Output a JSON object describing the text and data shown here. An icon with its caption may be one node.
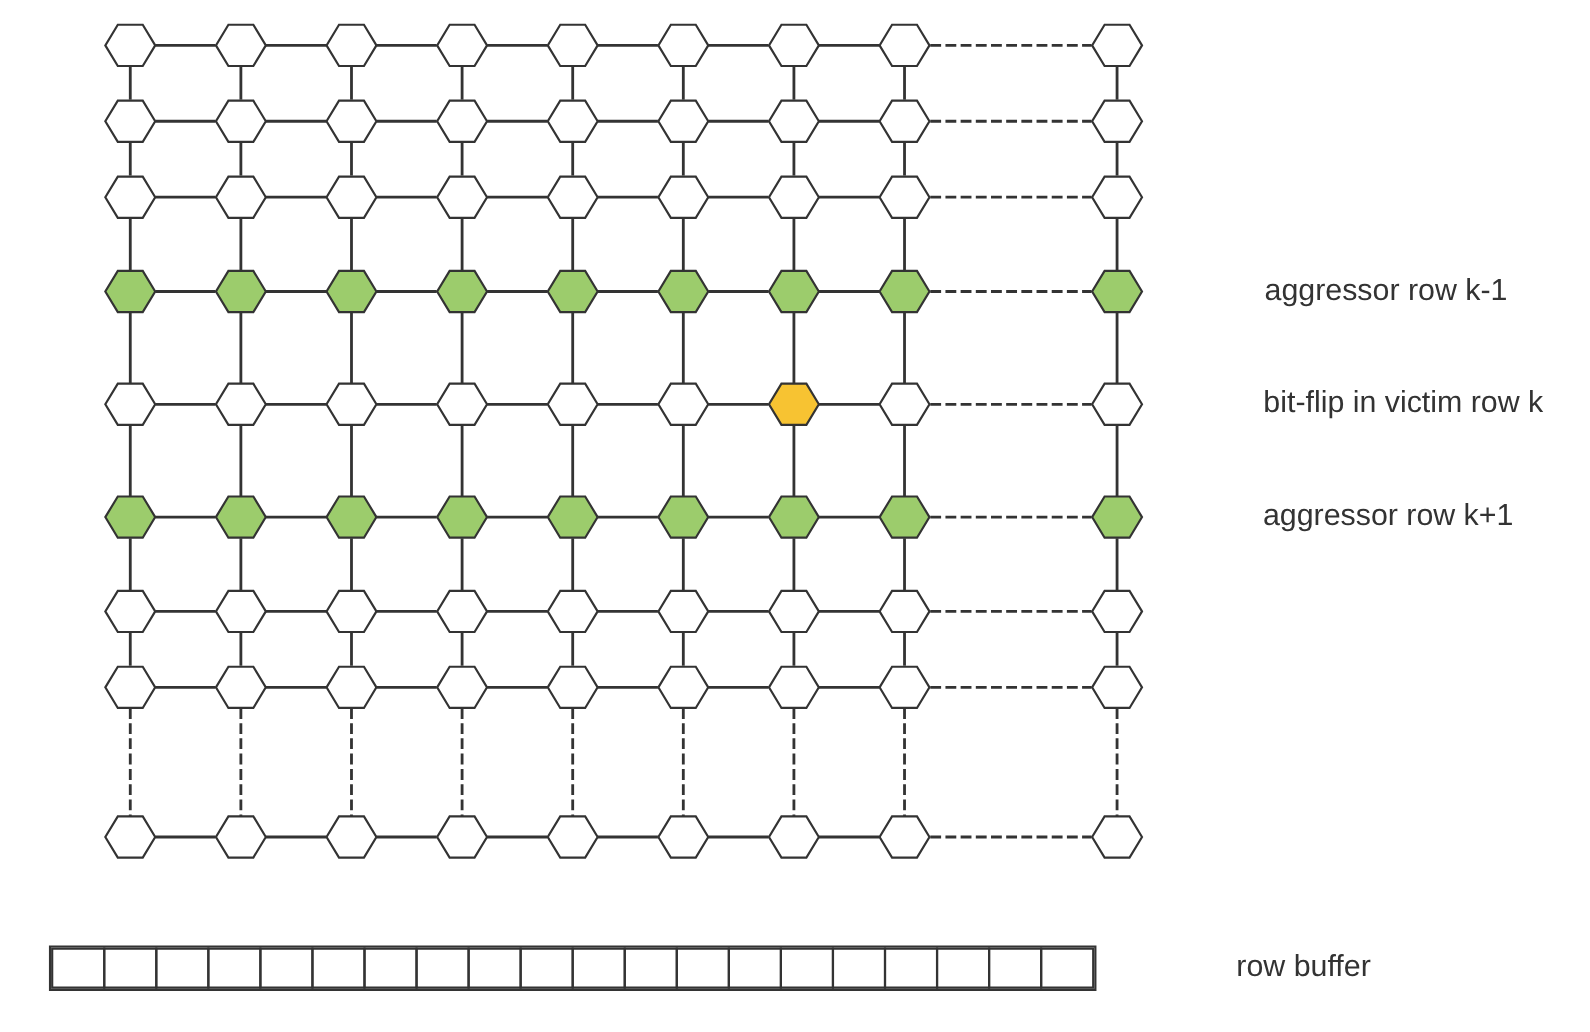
{
  "diagram": {
    "nodes": [
      {
        "text": [],
        "shape": "hexagon"
      },
      {
        "text": [],
        "shape": "hexagon"
      },
      {
        "text": [],
        "shape": "hexagon"
      },
      {
        "text": [],
        "shape": "hexagon"
      },
      {
        "text": [],
        "shape": "hexagon"
      },
      {
        "text": [],
        "shape": "hexagon"
      },
      {
        "text": [],
        "shape": "hexagon"
      },
      {
        "text": [],
        "shape": "hexagon"
      },
      {
        "text": [],
        "shape": "hexagon"
      },
      {
        "text": [],
        "shape": "hexagon"
      },
      {
        "text": [],
        "shape": "hexagon"
      },
      {
        "text": [],
        "shape": "hexagon"
      },
      {
        "text": [],
        "shape": "hexagon"
      },
      {
        "text": [],
        "shape": "hexagon"
      },
      {
        "text": [],
        "shape": "hexagon"
      },
      {
        "text": [],
        "shape": "hexagon"
      },
      {
        "text": [],
        "shape": "hexagon"
      },
      {
        "text": [],
        "shape": "hexagon"
      },
      {
        "text": [],
        "shape": "hexagon"
      },
      {
        "text": [],
        "shape": "hexagon"
      },
      {
        "text": [],
        "shape": "hexagon"
      },
      {
        "text": [],
        "shape": "hexagon"
      },
      {
        "text": [],
        "shape": "hexagon"
      },
      {
        "text": [],
        "shape": "hexagon"
      },
      {
        "text": [],
        "shape": "hexagon"
      },
      {
        "text": [],
        "shape": "hexagon"
      },
      {
        "text": [],
        "shape": "hexagon"
      },
      {
        "text": [],
        "shape": "hexagon"
      },
      {
        "text": [],
        "shape": "hexagon"
      },
      {
        "text": [],
        "shape": "hexagon"
      },
      {
        "text": [],
        "shape": "hexagon"
      },
      {
        "text": [],
        "shape": "hexagon"
      },
      {
        "text": [],
        "shape": "hexagon"
      },
      {
        "text": [],
        "shape": "hexagon"
      },
      {
        "text": [],
        "shape": "hexagon"
      },
      {
        "text": [],
        "shape": "hexagon"
      },
      {
        "text": [],
        "shape": "hexagon"
      },
      {
        "text": [],
        "shape": "hexagon"
      },
      {
        "text": [],
        "shape": "hexagon"
      },
      {
        "text": [],
        "shape": "hexagon"
      },
      {
        "text": [],
        "shape": "hexagon"
      },
      {
        "text": [],
        "shape": "hexagon"
      },
      {
        "text": [],
        "shape": "hexagon"
      },
      {
        "text": [],
        "shape": "hexagon"
      },
      {
        "text": [],
        "shape": "hexagon"
      },
      {
        "text": [],
        "shape": "hexagon"
      },
      {
        "text": [],
        "shape": "hexagon"
      },
      {
        "text": [],
        "shape": "hexagon"
      },
      {
        "text": [],
        "shape": "hexagon"
      },
      {
        "text": [],
        "shape": "hexagon"
      },
      {
        "text": [],
        "shape": "hexagon"
      },
      {
        "text": [],
        "shape": "hexagon"
      },
      {
        "text": [],
        "shape": "hexagon"
      },
      {
        "text": [],
        "shape": "hexagon"
      },
      {
        "text": [],
        "shape": "hexagon"
      },
      {
        "text": [],
        "shape": "hexagon"
      },
      {
        "text": [],
        "shape": "hexagon"
      },
      {
        "text": [],
        "shape": "hexagon"
      },
      {
        "text": [],
        "shape": "hexagon"
      },
      {
        "text": [],
        "shape": "hexagon"
      },
      {
        "text": [],
        "shape": "hexagon"
      },
      {
        "text": [],
        "shape": "hexagon"
      },
      {
        "text": [],
        "shape": "hexagon"
      },
      {
        "text": [],
        "shape": "hexagon"
      },
      {
        "text": [],
        "shape": "hexagon"
      },
      {
        "text": [],
        "shape": "hexagon"
      },
      {
        "text": [],
        "shape": "hexagon"
      },
      {
        "text": [],
        "shape": "hexagon"
      },
      {
        "text": [],
        "shape": "hexagon"
      },
      {
        "text": [],
        "shape": "hexagon"
      },
      {
        "text": [],
        "shape": "hexagon"
      },
      {
        "text": [],
        "shape": "hexagon"
      },
      {
        "text": [],
        "shape": "hexagon"
      },
      {
        "text": [],
        "shape": "hexagon"
      },
      {
        "text": [],
        "shape": "hexagon"
      },
      {
        "text": [],
        "shape": "hexagon"
      },
      {
        "text": [],
        "shape": "hexagon"
      },
      {
        "text": [],
        "shape": "hexagon"
      },
      {
        "text": [],
        "shape": "hexagon"
      },
      {
        "text": [],
        "shape": "hexagon"
      },
      {
        "text": [],
        "shape": "hexagon"
      },
      {
        "text": [],
        "shape": "bar"
      }
    ],
    "edges": [
      {
        "from": 0,
        "to": 1,
        "arrow": "none"
      },
      {
        "from": 1,
        "to": 2,
        "arrow": "none"
      },
      {
        "from": 2,
        "to": 3,
        "arrow": "none"
      },
      {
        "from": 3,
        "to": 4,
        "arrow": "none"
      },
      {
        "from": 4,
        "to": 5,
        "arrow": "none"
      },
      {
        "from": 5,
        "to": 6,
        "arrow": "none"
      },
      {
        "from": 6,
        "to": 7,
        "arrow": "none"
      },
      {
        "from": 7,
        "to": 8,
        "arrow": "none",
        "style": "dashed"
      },
      {
        "from": 0,
        "to": 9,
        "arrow": "none"
      },
      {
        "from": 1,
        "to": 10,
        "arrow": "none"
      },
      {
        "from": 2,
        "to": 11,
        "arrow": "none"
      },
      {
        "from": 3,
        "to": 12,
        "arrow": "none"
      },
      {
        "from": 4,
        "to": 13,
        "arrow": "none"
      },
      {
        "from": 5,
        "to": 14,
        "arrow": "none"
      },
      {
        "from": 6,
        "to": 15,
        "arrow": "none"
      },
      {
        "from": 7,
        "to": 16,
        "arrow": "none"
      },
      {
        "from": 8,
        "to": 17,
        "arrow": "none"
      },
      {
        "from": 9,
        "to": 10,
        "arrow": "none"
      },
      {
        "from": 10,
        "to": 11,
        "arrow": "none"
      },
      {
        "from": 11,
        "to": 12,
        "arrow": "none"
      },
      {
        "from": 12,
        "to": 13,
        "arrow": "none"
      },
      {
        "from": 13,
        "to": 14,
        "arrow": "none"
      },
      {
        "from": 14,
        "to": 15,
        "arrow": "none"
      },
      {
        "from": 15,
        "to": 16,
        "arrow": "none"
      },
      {
        "from": 16,
        "to": 17,
        "arrow": "none",
        "style": "dashed"
      },
      {
        "from": 9,
        "to": 18,
        "arrow": "none"
      },
      {
        "from": 10,
        "to": 19,
        "arrow": "none"
      },
      {
        "from": 11,
        "to": 20,
        "arrow": "none"
      },
      {
        "from": 12,
        "to": 21,
        "arrow": "none"
      },
      {
        "from": 13,
        "to": 22,
        "arrow": "none"
      },
      {
        "from": 14,
        "to": 23,
        "arrow": "none"
      },
      {
        "from": 15,
        "to": 24,
        "arrow": "none"
      },
      {
        "from": 16,
        "to": 25,
        "arrow": "none"
      },
      {
        "from": 17,
        "to": 26,
        "arrow": "none"
      },
      {
        "from": 18,
        "to": 19,
        "arrow": "none"
      },
      {
        "from": 19,
        "to": 20,
        "arrow": "none"
      },
      {
        "from": 20,
        "to": 21,
        "arrow": "none"
      },
      {
        "from": 21,
        "to": 22,
        "arrow": "none"
      },
      {
        "from": 22,
        "to": 23,
        "arrow": "none"
      },
      {
        "from": 23,
        "to": 24,
        "arrow": "none"
      },
      {
        "from": 24,
        "to": 25,
        "arrow": "none"
      },
      {
        "from": 25,
        "to": 26,
        "arrow": "none",
        "style": "dashed"
      },
      {
        "from": 18,
        "to": 27,
        "arrow": "none"
      },
      {
        "from": 19,
        "to": 28,
        "arrow": "none"
      },
      {
        "from": 20,
        "to": 29,
        "arrow": "none"
      },
      {
        "from": 21,
        "to": 30,
        "arrow": "none"
      },
      {
        "from": 22,
        "to": 31,
        "arrow": "none"
      },
      {
        "from": 23,
        "to": 32,
        "arrow": "none"
      },
      {
        "from": 24,
        "to": 33,
        "arrow": "none"
      },
      {
        "from": 25,
        "to": 34,
        "arrow": "none"
      },
      {
        "from": 26,
        "to": 35,
        "arrow": "none"
      },
      {
        "from": 27,
        "to": 28,
        "arrow": "none"
      },
      {
        "from": 28,
        "to": 29,
        "arrow": "none"
      },
      {
        "from": 29,
        "to": 30,
        "arrow": "none"
      },
      {
        "from": 30,
        "to": 31,
        "arrow": "none"
      },
      {
        "from": 31,
        "to": 32,
        "arrow": "none"
      },
      {
        "from": 32,
        "to": 33,
        "arrow": "none"
      },
      {
        "from": 33,
        "to": 34,
        "arrow": "none"
      },
      {
        "from": 34,
        "to": 35,
        "arrow": "none",
        "style": "dashed"
      },
      {
        "from": 27,
        "to": 36,
        "arrow": "none"
      },
      {
        "from": 28,
        "to": 37,
        "arrow": "none"
      },
      {
        "from": 29,
        "to": 38,
        "arrow": "none"
      },
      {
        "from": 30,
        "to": 39,
        "arrow": "none"
      },
      {
        "from": 31,
        "to": 40,
        "arrow": "none"
      },
      {
        "from": 32,
        "to": 41,
        "arrow": "none"
      },
      {
        "from": 33,
        "to": 42,
        "arrow": "none"
      },
      {
        "from": 34,
        "to": 43,
        "arrow": "none"
      },
      {
        "from": 35,
        "to": 44,
        "arrow": "none"
      },
      {
        "from": 36,
        "to": 37,
        "arrow": "none"
      },
      {
        "from": 37,
        "to": 38,
        "arrow": "none"
      },
      {
        "from": 38,
        "to": 39,
        "arrow": "none"
      },
      {
        "from": 39,
        "to": 40,
        "arrow": "none"
      },
      {
        "from": 40,
        "to": 41,
        "arrow": "none"
      },
      {
        "from": 41,
        "to": 42,
        "arrow": "none"
      },
      {
        "from": 42,
        "to": 43,
        "arrow": "none"
      },
      {
        "from": 43,
        "to": 44,
        "arrow": "none",
        "style": "dashed"
      },
      {
        "from": 36,
        "to": 45,
        "arrow": "none"
      },
      {
        "from": 37,
        "to": 46,
        "arrow": "none"
      },
      {
        "from": 38,
        "to": 47,
        "arrow": "none"
      },
      {
        "from": 39,
        "to": 48,
        "arrow": "none"
      },
      {
        "from": 40,
        "to": 49,
        "arrow": "none"
      },
      {
        "from": 41,
        "to": 50,
        "arrow": "none"
      },
      {
        "from": 42,
        "to": 51,
        "arrow": "none"
      },
      {
        "from": 43,
        "to": 52,
        "arrow": "none"
      },
      {
        "from": 44,
        "to": 53,
        "arrow": "none"
      },
      {
        "from": 45,
        "to": 46,
        "arrow": "none"
      },
      {
        "from": 46,
        "to": 47,
        "arrow": "none"
      },
      {
        "from": 47,
        "to": 48,
        "arrow": "none"
      },
      {
        "from": 48,
        "to": 49,
        "arrow": "none"
      },
      {
        "from": 49,
        "to": 50,
        "arrow": "none"
      },
      {
        "from": 50,
        "to": 51,
        "arrow": "none"
      },
      {
        "from": 51,
        "to": 52,
        "arrow": "none"
      },
      {
        "from": 52,
        "to": 53,
        "arrow": "none",
        "style": "dashed"
      },
      {
        "from": 45,
        "to": 54,
        "arrow": "none"
      },
      {
        "from": 46,
        "to": 55,
        "arrow": "none"
      },
      {
        "from": 47,
        "to": 56,
        "arrow": "none"
      },
      {
        "from": 48,
        "to": 57,
        "arrow": "none"
      },
      {
        "from": 49,
        "to": 58,
        "arrow": "none"
      },
      {
        "from": 50,
        "to": 59,
        "arrow": "none"
      },
      {
        "from": 51,
        "to": 60,
        "arrow": "none"
      },
      {
        "from": 52,
        "to": 61,
        "arrow": "none"
      },
      {
        "from": 53,
        "to": 62,
        "arrow": "none"
      },
      {
        "from": 54,
        "to": 55,
        "arrow": "none"
      },
      {
        "from": 55,
        "to": 56,
        "arrow": "none"
      },
      {
        "from": 56,
        "to": 57,
        "arrow": "none"
      },
      {
        "from": 57,
        "to": 58,
        "arrow": "none"
      },
      {
        "from": 58,
        "to": 59,
        "arrow": "none"
      },
      {
        "from": 59,
        "to": 60,
        "arrow": "none"
      },
      {
        "from": 60,
        "to": 61,
        "arrow": "none"
      },
      {
        "from": 61,
        "to": 62,
        "arrow": "none",
        "style": "dashed"
      },
      {
        "from": 54,
        "to": 63,
        "arrow": "none"
      },
      {
        "from": 55,
        "to": 64,
        "arrow": "none"
      },
      {
        "from": 56,
        "to": 65,
        "arrow": "none"
      },
      {
        "from": 57,
        "to": 66,
        "arrow": "none"
      },
      {
        "from": 58,
        "to": 67,
        "arrow": "none"
      },
      {
        "from": 59,
        "to": 68,
        "arrow": "none"
      },
      {
        "from": 60,
        "to": 69,
        "arrow": "none"
      },
      {
        "from": 61,
        "to": 70,
        "arrow": "none"
      },
      {
        "from": 62,
        "to": 71,
        "arrow": "none"
      },
      {
        "from": 63,
        "to": 64,
        "arrow": "none"
      },
      {
        "from": 64,
        "to": 65,
        "arrow": "none"
      },
      {
        "from": 65,
        "to": 66,
        "arrow": "none"
      },
      {
        "from": 66,
        "to": 67,
        "arrow": "none"
      },
      {
        "from": 67,
        "to": 68,
        "arrow": "none"
      },
      {
        "from": 68,
        "to": 69,
        "arrow": "none"
      },
      {
        "from": 69,
        "to": 70,
        "arrow": "none"
      },
      {
        "from": 70,
        "to": 71,
        "arrow": "none",
        "style": "dashed"
      },
      {
        "from": 63,
        "to": 72,
        "arrow": "none",
        "style": "dashed"
      },
      {
        "from": 64,
        "to": 73,
        "arrow": "none",
        "style": "dashed"
      },
      {
        "from": 65,
        "to": 74,
        "arrow": "none",
        "style": "dashed"
      },
      {
        "from": 66,
        "to": 75,
        "arrow": "none",
        "style": "dashed"
      },
      {
        "from": 67,
        "to": 76,
        "arrow": "none",
        "style": "dashed"
      },
      {
        "from": 68,
        "to": 77,
        "arrow": "none",
        "style": "dashed"
      },
      {
        "from": 69,
        "to": 78,
        "arrow": "none",
        "style": "dashed"
      },
      {
        "from": 70,
        "to": 79,
        "arrow": "none",
        "style": "dashed"
      },
      {
        "from": 71,
        "to": 80,
        "arrow": "none",
        "style": "dashed"
      },
      {
        "from": 72,
        "to": 73,
        "arrow": "none"
      },
      {
        "from": 73,
        "to": 74,
        "arrow": "none"
      },
      {
        "from": 74,
        "to": 75,
        "arrow": "none"
      },
      {
        "from": 75,
        "to": 76,
        "arrow": "none"
      },
      {
        "from": 76,
        "to": 77,
        "arrow": "none"
      },
      {
        "from": 77,
        "to": 78,
        "arrow": "none"
      },
      {
        "from": 78,
        "to": 79,
        "arrow": "none"
      },
      {
        "from": 79,
        "to": 80,
        "arrow": "none",
        "style": "dashed"
      }
    ],
    "labels": [
      "aggressor row k-1",
      "bit-flip in victim row k",
      "aggressor row k+1",
      "row buffer"
    ]
  }
}
